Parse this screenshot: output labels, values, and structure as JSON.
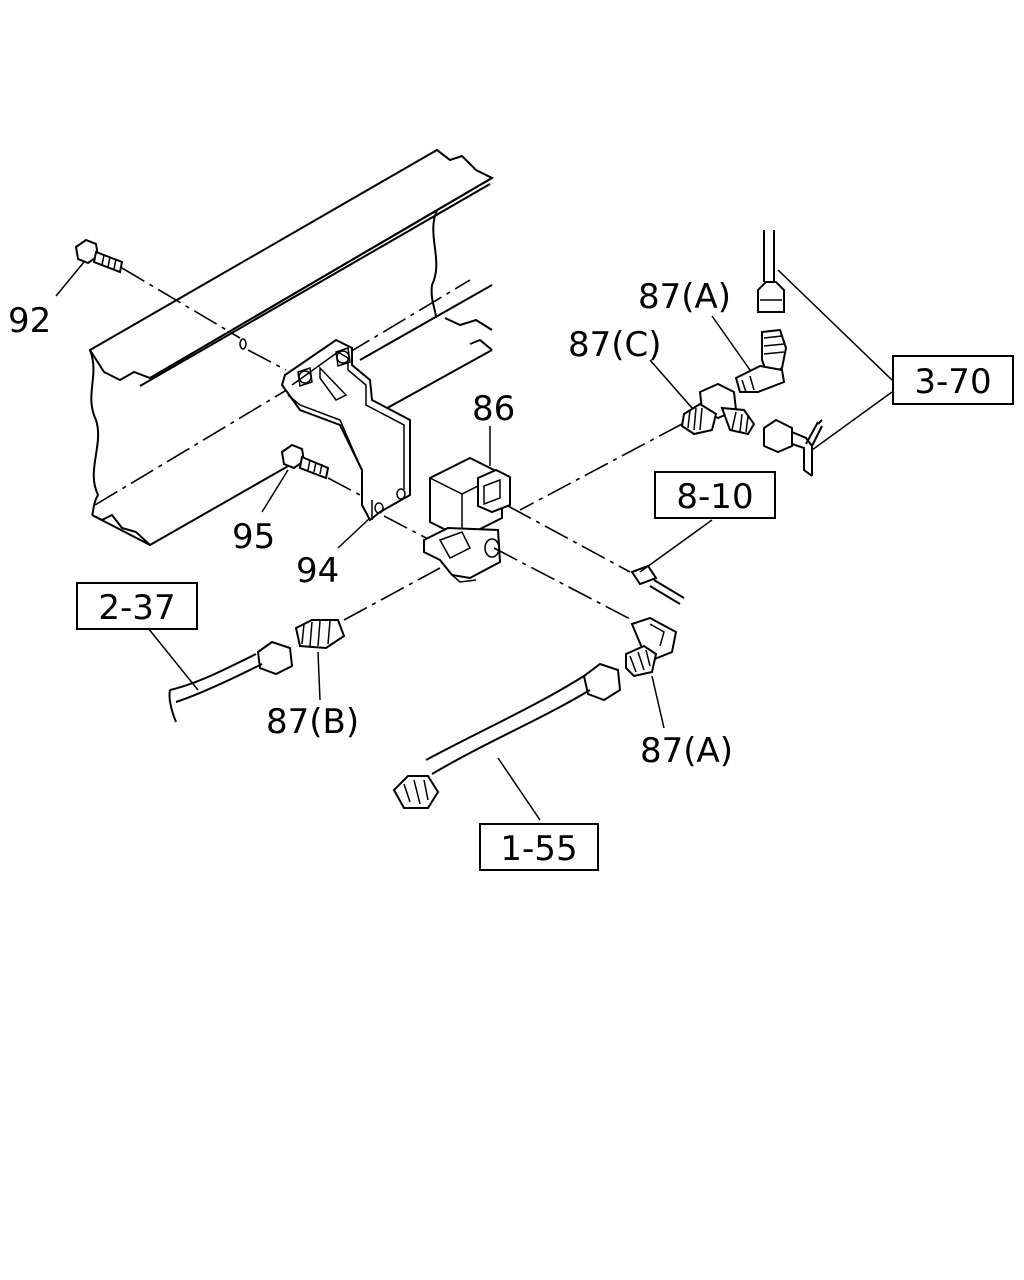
{
  "callouts": {
    "c92": "92",
    "c95": "95",
    "c94": "94",
    "c86": "86",
    "c87a_top": "87(A)",
    "c87c": "87(C)",
    "c87b": "87(B)",
    "c87a_bottom": "87(A)"
  },
  "references": {
    "r370": "3-70",
    "r810": "8-10",
    "r237": "2-37",
    "r155": "1-55"
  }
}
